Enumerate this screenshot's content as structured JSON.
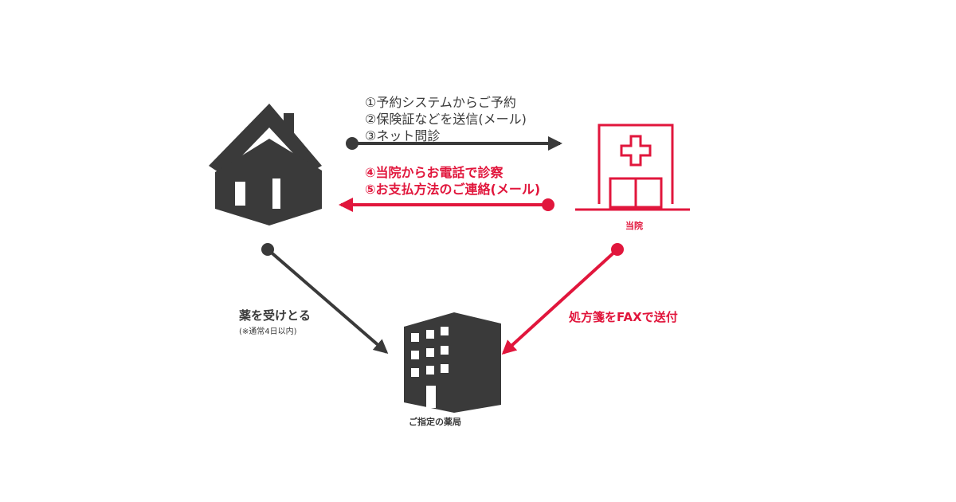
{
  "colors": {
    "dark": "#3a3a3a",
    "red": "#e1163c"
  },
  "nodes": {
    "home": {
      "icon": "house-icon",
      "caption": ""
    },
    "clinic": {
      "icon": "hospital-icon",
      "caption": "当院"
    },
    "pharmacy": {
      "icon": "building-icon",
      "caption": "ご指定の薬局"
    }
  },
  "flows": {
    "home_to_clinic": {
      "steps": [
        "①予約システムからご予約",
        "②保険証などを送信(メール)",
        "③ネット問診"
      ]
    },
    "clinic_to_home": {
      "steps": [
        "④当院からお電話で診察",
        "⑤お支払方法のご連絡(メール)"
      ]
    },
    "home_to_pharmacy": {
      "label": "薬を受けとる",
      "note": "(※通常4日以内)"
    },
    "clinic_to_pharmacy": {
      "label": "処方箋をFAXで送付"
    }
  }
}
